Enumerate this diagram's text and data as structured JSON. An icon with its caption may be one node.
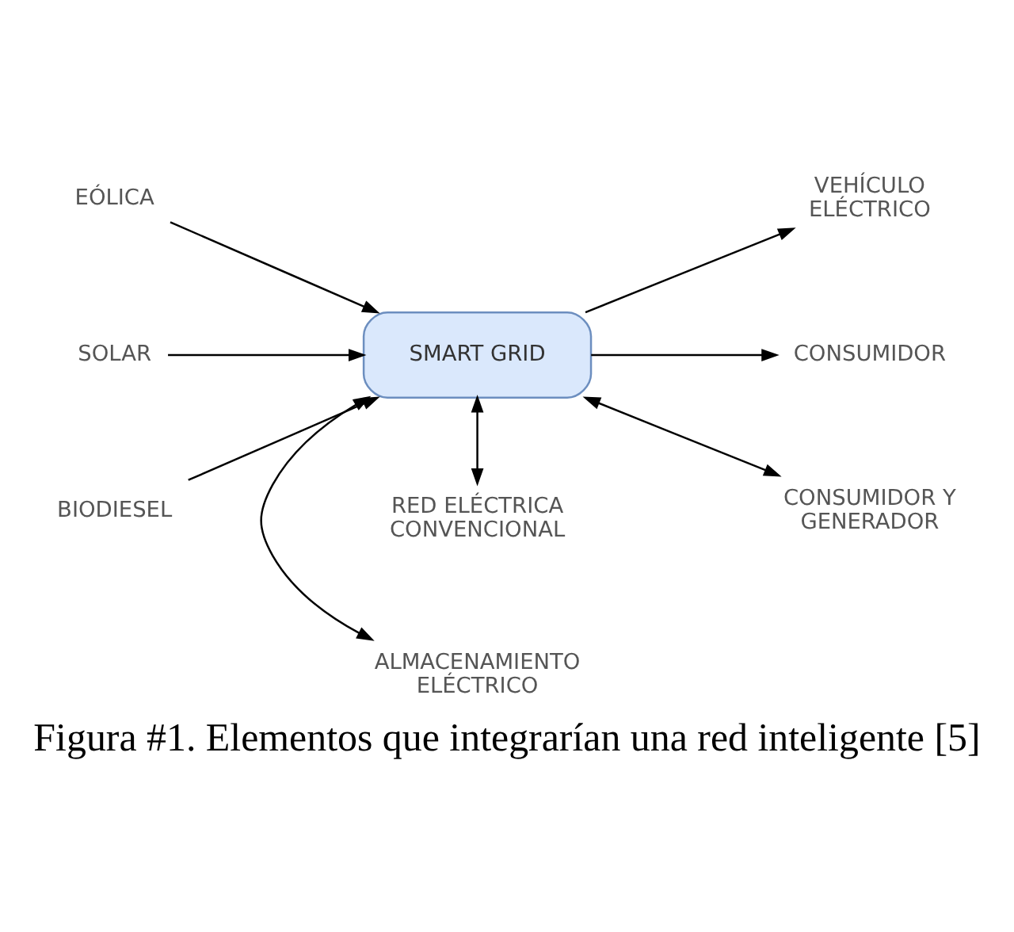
{
  "diagram": {
    "caption": "Figura #1. Elementos que integrarían una red inteligente [5]",
    "nodes": [
      {
        "text": [
          "ALMACENAMIENTO ELÉCTRICO"
        ]
      },
      {
        "text": [
          "EÓLICA"
        ]
      },
      {
        "text": [
          "VEHÍCULO ELÉCTRICO"
        ]
      },
      {
        "text": [
          "SMART GRID"
        ]
      },
      {
        "text": [
          "SOLAR"
        ]
      },
      {
        "text": [
          "CONSUMIDOR"
        ]
      },
      {
        "text": [
          "BIODIESEL"
        ]
      },
      {
        "text": [
          "RED ELÉCTRICA CONVENCIONAL"
        ]
      },
      {
        "text": [
          "CONSUMIDOR Y GENERADOR"
        ]
      }
    ],
    "edges": [
      {
        "from": 1,
        "to": 3,
        "arrow": "to"
      },
      {
        "from": 4,
        "to": 3,
        "arrow": "to"
      },
      {
        "from": 6,
        "to": 3,
        "arrow": "to"
      },
      {
        "from": 3,
        "to": 0,
        "arrow": "both"
      },
      {
        "from": 3,
        "to": 7,
        "arrow": "both"
      },
      {
        "from": 3,
        "to": 2,
        "arrow": "to"
      },
      {
        "from": 3,
        "to": 5,
        "arrow": "to"
      },
      {
        "from": 3,
        "to": 8,
        "arrow": "both"
      }
    ]
  }
}
